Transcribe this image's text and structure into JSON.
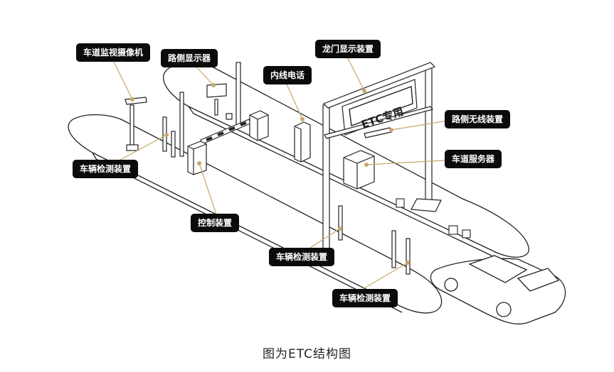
{
  "gantry_sign": "ETC专用",
  "labels": {
    "lane_camera": "车道监视摄像机",
    "roadside_display": "路侧显示器",
    "intercom": "内线电话",
    "gantry_display": "龙门显示装置",
    "roadside_wireless": "路侧无线装置",
    "lane_server": "车道服务器",
    "vehicle_detector_1": "车辆检测装置",
    "control_unit": "控制装置",
    "vehicle_detector_2": "车辆检测装置",
    "vehicle_detector_3": "车辆检测装置"
  },
  "caption": "图为ETC结构图",
  "colors": {
    "callout_bg": "#0b0b0b",
    "callout_text": "#ffffff",
    "leader": "#c9a76b",
    "line_art": "#222222"
  }
}
